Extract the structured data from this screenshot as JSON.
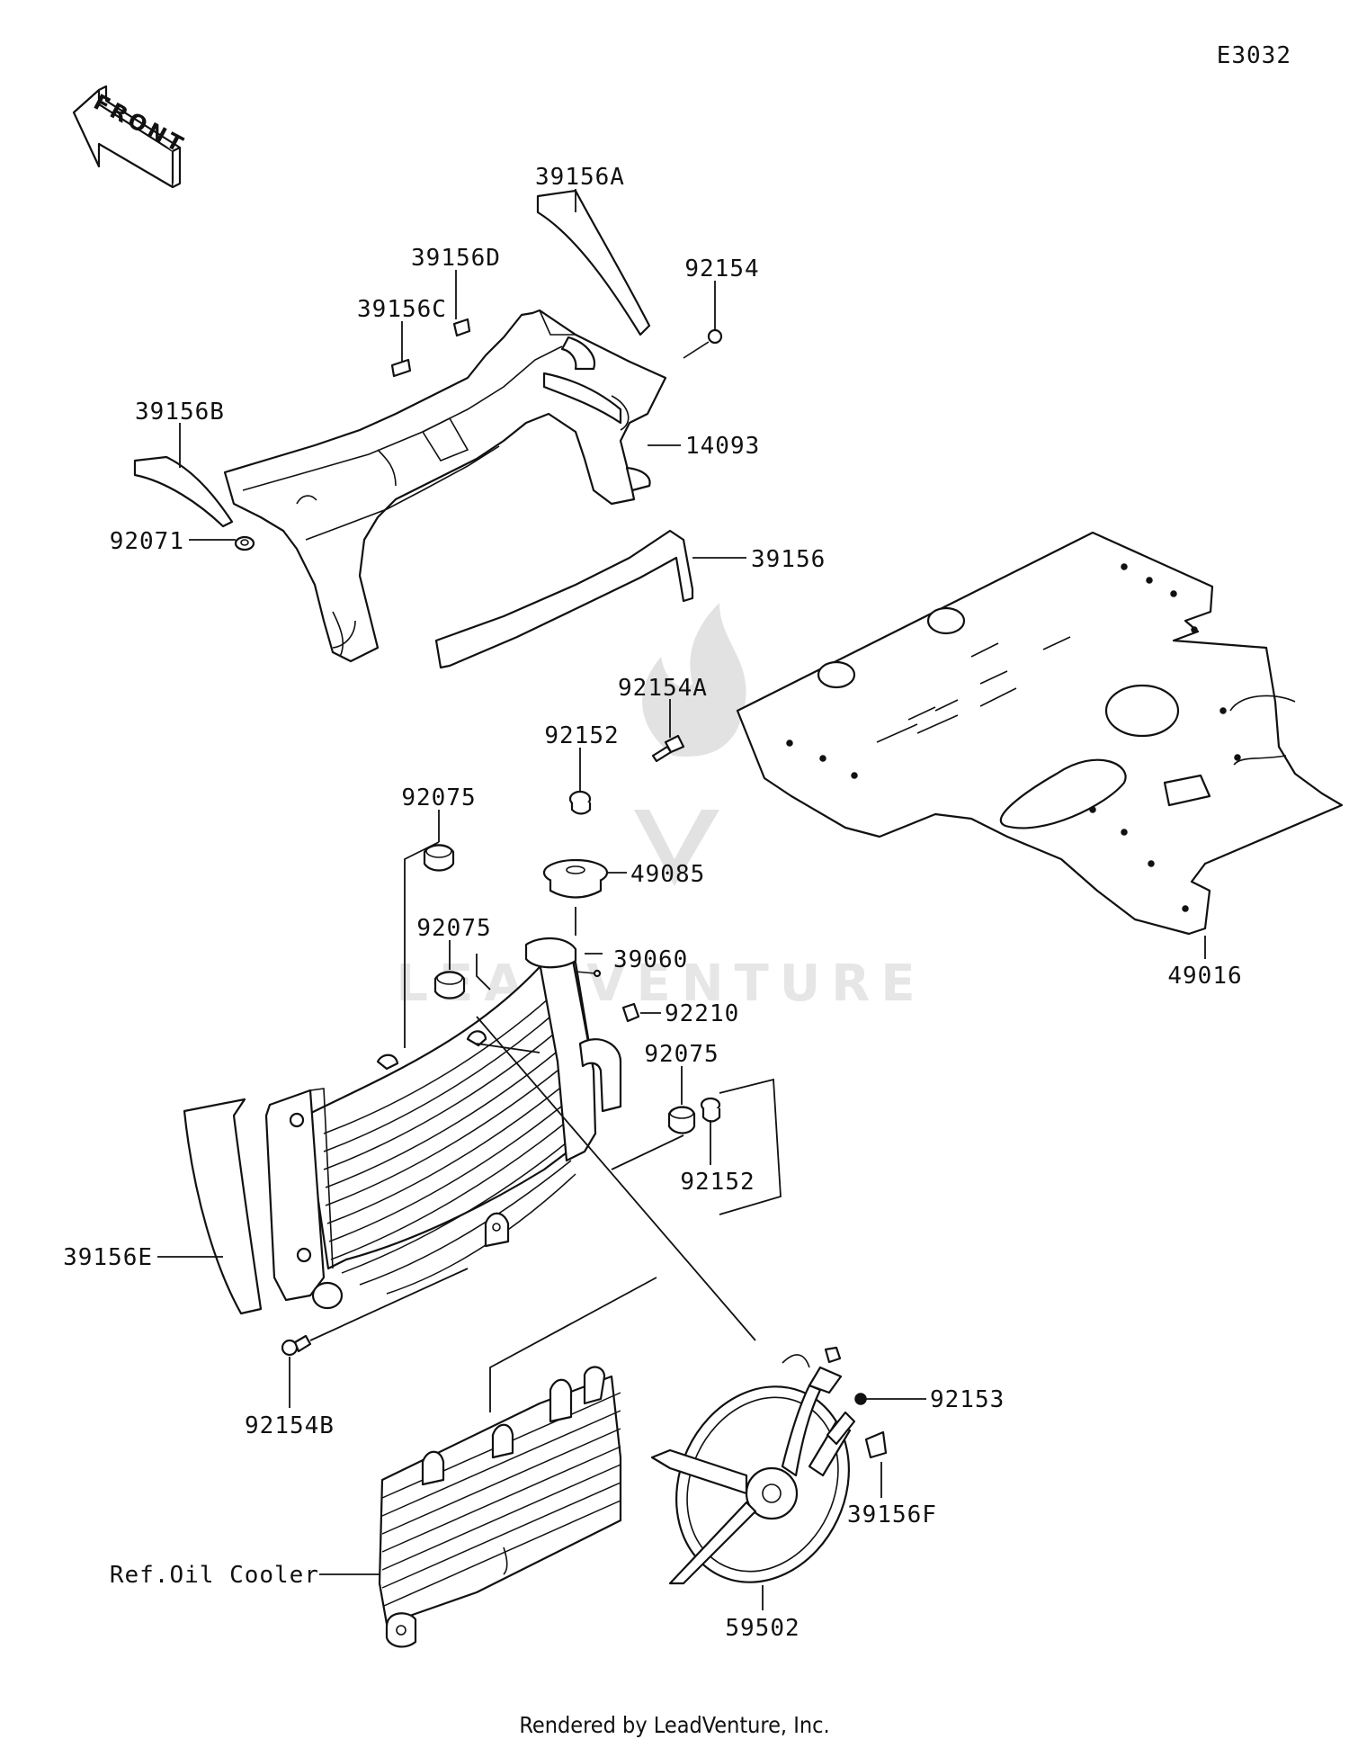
{
  "diagram_code": "E3032",
  "front_arrow_text": "FRONT",
  "footer_text": "Rendered by LeadVenture, Inc.",
  "watermark_text": "LEADVENTURE",
  "parts": [
    {
      "id": "p39156A",
      "number": "39156A",
      "name": "pad-top"
    },
    {
      "id": "p39156D",
      "number": "39156D",
      "name": "clip"
    },
    {
      "id": "p39156C",
      "number": "39156C",
      "name": "pad-small"
    },
    {
      "id": "p92154",
      "number": "92154",
      "name": "bolt"
    },
    {
      "id": "p39156B",
      "number": "39156B",
      "name": "pad-left"
    },
    {
      "id": "p14093",
      "number": "14093",
      "name": "radiator-shroud"
    },
    {
      "id": "p92071",
      "number": "92071",
      "name": "grommet"
    },
    {
      "id": "p39156",
      "number": "39156",
      "name": "pad-lower"
    },
    {
      "id": "p92154A",
      "number": "92154A",
      "name": "bolt"
    },
    {
      "id": "p92152a",
      "number": "92152",
      "name": "collar"
    },
    {
      "id": "p92075a",
      "number": "92075",
      "name": "damper"
    },
    {
      "id": "p49085",
      "number": "49085",
      "name": "radiator-cap"
    },
    {
      "id": "p92075b",
      "number": "92075",
      "name": "damper"
    },
    {
      "id": "p39060",
      "number": "39060",
      "name": "radiator"
    },
    {
      "id": "p92210",
      "number": "92210",
      "name": "nut"
    },
    {
      "id": "p92075c",
      "number": "92075",
      "name": "damper"
    },
    {
      "id": "p92152b",
      "number": "92152",
      "name": "collar"
    },
    {
      "id": "p49016",
      "number": "49016",
      "name": "radiator-screen"
    },
    {
      "id": "p39156E",
      "number": "39156E",
      "name": "pad-side"
    },
    {
      "id": "p92154B",
      "number": "92154B",
      "name": "bolt"
    },
    {
      "id": "p92153",
      "number": "92153",
      "name": "nut"
    },
    {
      "id": "p39156F",
      "number": "39156F",
      "name": "pad-fan"
    },
    {
      "id": "pRefOil",
      "number": "Ref.Oil Cooler",
      "name": "oil-cooler-reference"
    },
    {
      "id": "p59502",
      "number": "59502",
      "name": "cooling-fan"
    }
  ]
}
